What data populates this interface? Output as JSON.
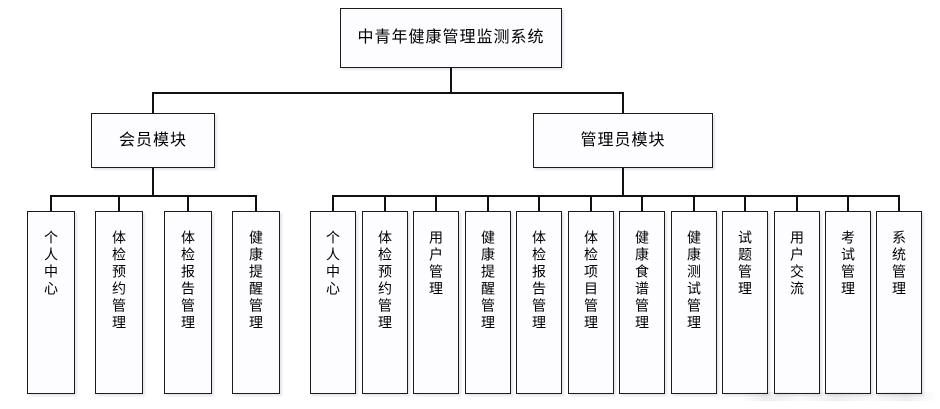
{
  "diagram": {
    "type": "tree-hierarchy",
    "orientation": "top-down",
    "background_color": "#ffffff",
    "line_color": "#111111",
    "box_border_color": "#1b1b1b",
    "box_fill_color": "#fdfdff"
  },
  "root": {
    "label": "中青年健康管理监测系统"
  },
  "modules": [
    {
      "label": "会员模块"
    },
    {
      "label": "管理员模块"
    }
  ],
  "member_leaves": [
    {
      "label": "个人中心"
    },
    {
      "label": "体检预约管理"
    },
    {
      "label": "体检报告管理"
    },
    {
      "label": "健康提醒管理"
    }
  ],
  "admin_leaves": [
    {
      "label": "个人中心"
    },
    {
      "label": "体检预约管理"
    },
    {
      "label": "用户管理"
    },
    {
      "label": "健康提醒管理"
    },
    {
      "label": "体检报告管理"
    },
    {
      "label": "体检项目管理"
    },
    {
      "label": "健康食谱管理"
    },
    {
      "label": "健康测试管理"
    },
    {
      "label": "试题管理"
    },
    {
      "label": "用户交流"
    },
    {
      "label": "考试管理"
    },
    {
      "label": "系统管理"
    }
  ]
}
